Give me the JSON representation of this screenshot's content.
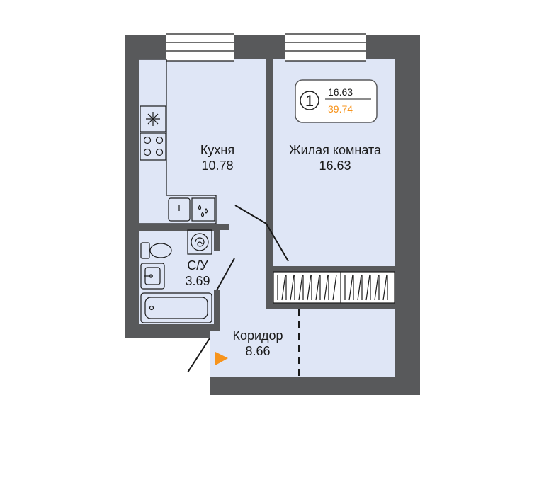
{
  "colors": {
    "wall": "#58595b",
    "floor": "#dfe6f6",
    "line": "#1a1a1a",
    "accent": "#f7941d",
    "badge_bg": "#ffffff"
  },
  "summary": {
    "rooms": "1",
    "living_area": "16.63",
    "total_area": "39.74"
  },
  "rooms": {
    "kitchen": {
      "name": "Кухня",
      "area": "10.78"
    },
    "living": {
      "name": "Жилая комната",
      "area": "16.63"
    },
    "bathroom": {
      "name": "С/У",
      "area": "3.69"
    },
    "corridor": {
      "name": "Коридор",
      "area": "8.66"
    }
  },
  "icons": {
    "entrance": "entrance-arrow-icon",
    "stove": "stove-icon",
    "hood": "hood-icon",
    "kitchen_sink": "kitchen-sink-icon",
    "washing_machine": "washing-machine-icon",
    "toilet": "toilet-icon",
    "bath_sink": "bath-sink-icon",
    "bathtub": "bathtub-icon",
    "wardrobe": "wardrobe-icon"
  }
}
